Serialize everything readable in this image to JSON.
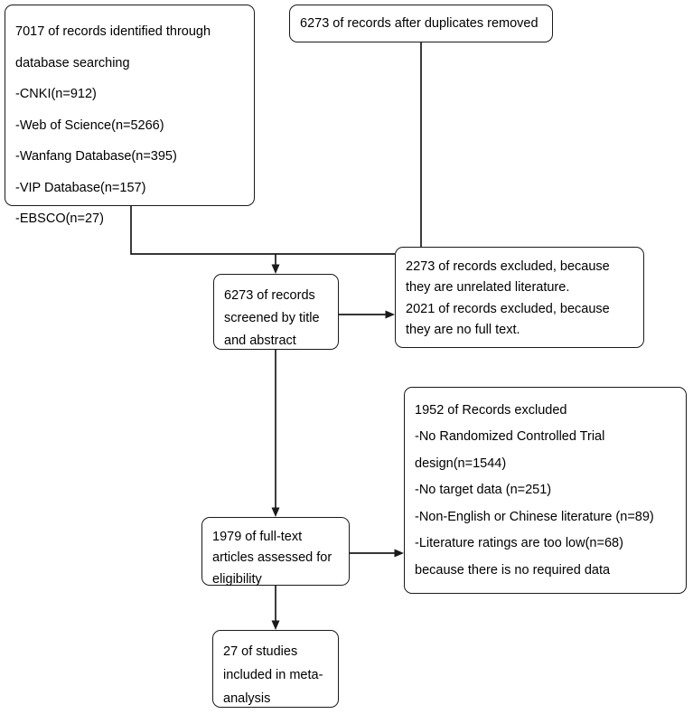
{
  "diagram": {
    "type": "prisma-flow-diagram",
    "title": "PRISMA study selection flow",
    "colors": {
      "stroke": "#1a1a1a",
      "background": "#ffffff",
      "text": "#000000"
    },
    "boxes": {
      "identified": {
        "name": "records-identified-through-database-searching",
        "text": "7017 of records identified through database searching\n-CNKI(n=912)\n-Web of Science(n=5266)\n-Wanfang Database(n=395)\n-VIP Database(n=157)\n-EBSCO(n=27)",
        "total": 7017,
        "sources": [
          {
            "label": "CNKI",
            "n": 912
          },
          {
            "label": "Web of Science",
            "n": 5266
          },
          {
            "label": "Wanfang Database",
            "n": 395
          },
          {
            "label": "VIP Database",
            "n": 157
          },
          {
            "label": "EBSCO",
            "n": 27
          }
        ]
      },
      "duplicates_removed": {
        "name": "records-after-duplicates-removed",
        "text": "6273 of records after duplicates removed",
        "n": 6273
      },
      "screened": {
        "name": "records-screened-by-title-and-abstract",
        "text": "6273 of records screened by title and abstract",
        "n": 6273
      },
      "excluded_screening": {
        "name": "records-excluded-at-screening",
        "text": "2273 of records excluded, because they are unrelated literature.\n2021 of records excluded, because they are no full text.",
        "reasons": [
          {
            "label": "unrelated literature",
            "n": 2273
          },
          {
            "label": "no full text",
            "n": 2021
          }
        ]
      },
      "eligibility": {
        "name": "full-text-articles-assessed-for-eligibility",
        "text": "1979 of full-text articles assessed for eligibility",
        "n": 1979
      },
      "excluded_full_text": {
        "name": "records-excluded-at-full-text",
        "text": "1952 of Records excluded\n-No Randomized Controlled Trial design(n=1544)\n-No target data (n=251)\n-Non-English or Chinese literature (n=89)\n-Literature ratings are too low(n=68)\nbecause there is no required data",
        "total": 1952,
        "reasons": [
          {
            "label": "No Randomized Controlled Trial design",
            "n": 1544
          },
          {
            "label": "No target data",
            "n": 251
          },
          {
            "label": "Non-English or Chinese literature",
            "n": 89
          },
          {
            "label": "Literature ratings are too low",
            "n": 68
          }
        ],
        "note": "because there is no required data"
      },
      "included": {
        "name": "studies-included-in-meta-analysis",
        "text": "27 of studies included in meta-analysis",
        "n": 27
      }
    },
    "connectors": [
      {
        "name": "identified-to-screened",
        "from": "identified",
        "to": "screened",
        "arrow": true
      },
      {
        "name": "duplicates-to-excluded-screening",
        "from": "duplicates_removed",
        "to": "excluded_screening",
        "arrow": false
      },
      {
        "name": "screened-to-excluded-screening",
        "from": "screened",
        "to": "excluded_screening",
        "arrow": true
      },
      {
        "name": "screened-to-eligibility",
        "from": "screened",
        "to": "eligibility",
        "arrow": true
      },
      {
        "name": "eligibility-to-excluded-full-text",
        "from": "eligibility",
        "to": "excluded_full_text",
        "arrow": true
      },
      {
        "name": "eligibility-to-included",
        "from": "eligibility",
        "to": "included",
        "arrow": true
      }
    ]
  }
}
